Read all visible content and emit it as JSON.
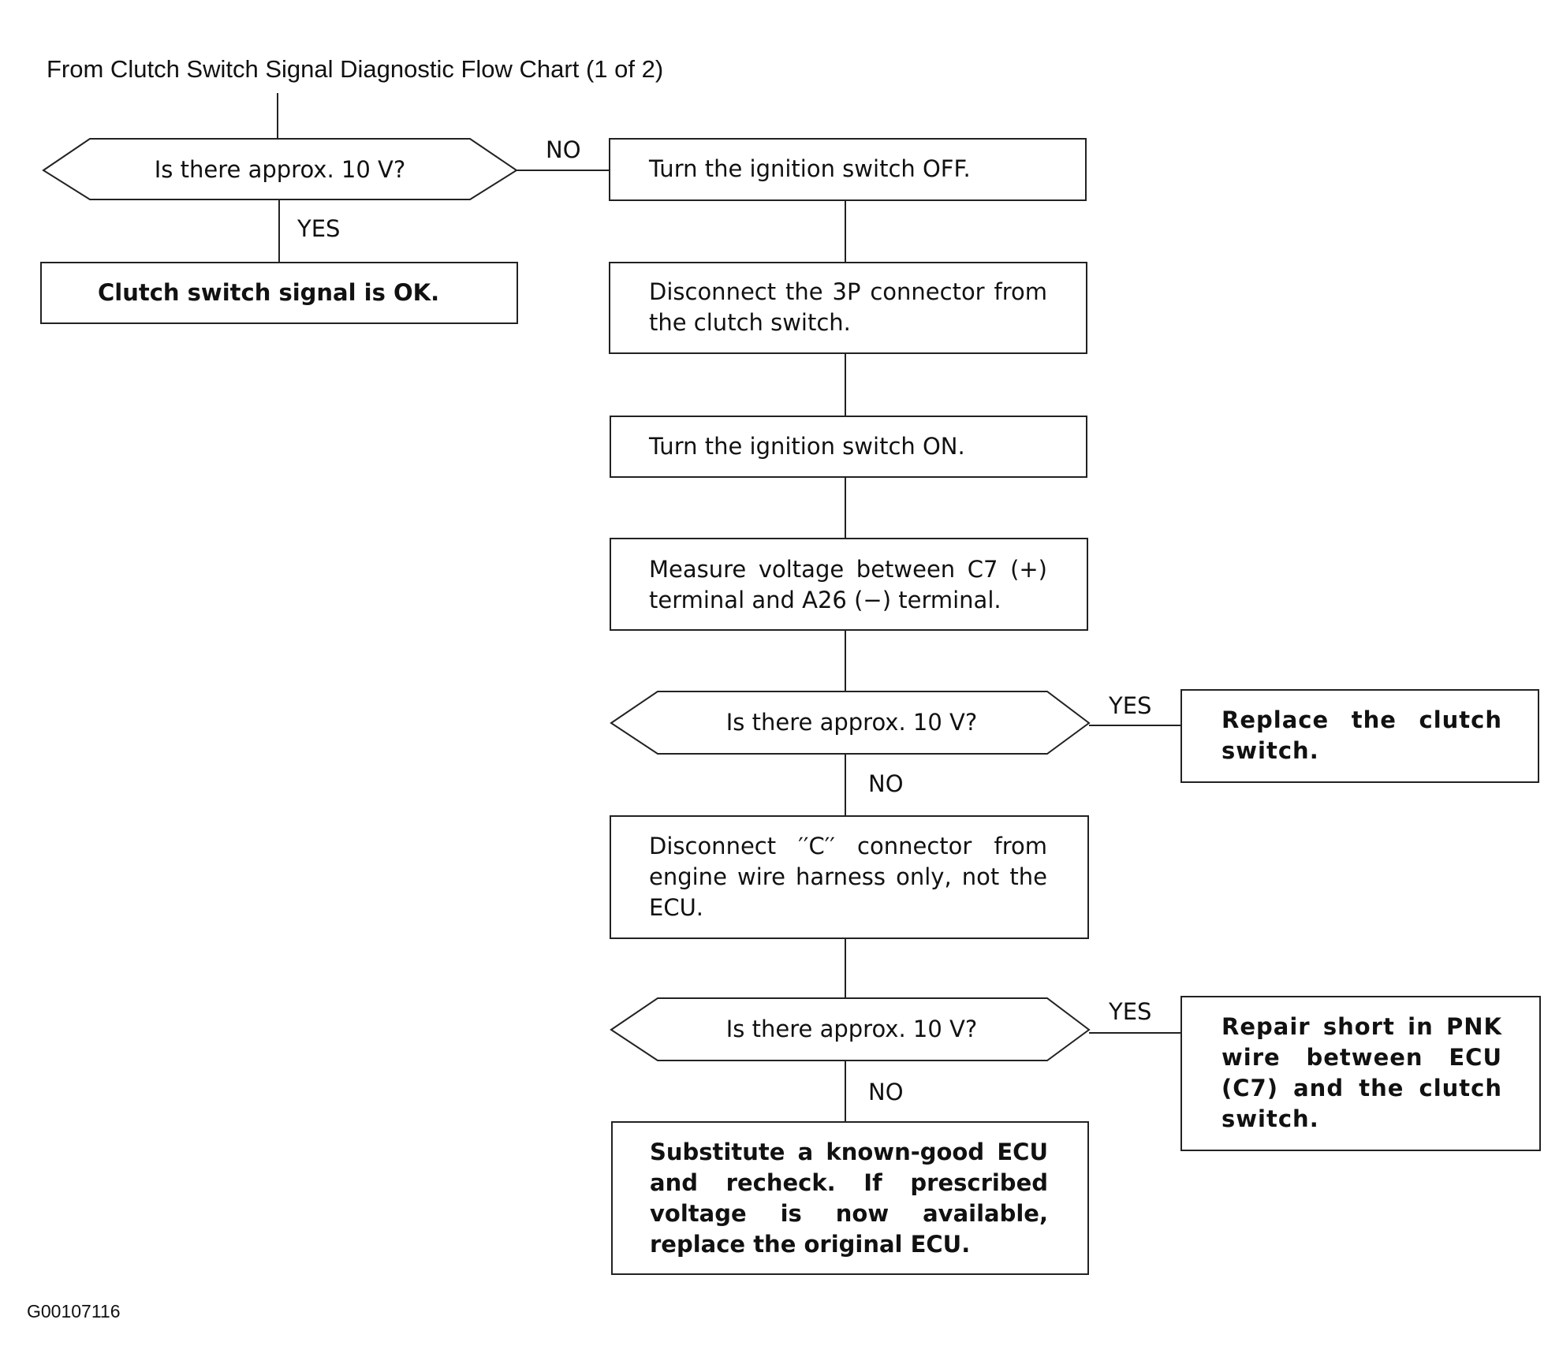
{
  "header": {
    "text": "From Clutch Switch Signal Diagnostic Flow Chart (1 of 2)"
  },
  "decision1": {
    "text": "Is there approx. 10 V?",
    "yes_label": "YES",
    "no_label": "NO"
  },
  "result_ok": {
    "text": "Clutch switch signal is OK."
  },
  "step1": {
    "text": "Turn the ignition switch OFF."
  },
  "step2": {
    "text": "Disconnect the 3P connector from the clutch switch."
  },
  "step3": {
    "text": "Turn the ignition switch ON."
  },
  "step4": {
    "text": "Measure voltage between C7 (+) terminal and A26 (−) terminal."
  },
  "decision2": {
    "text": "Is there approx. 10 V?",
    "yes_label": "YES",
    "no_label": "NO"
  },
  "result_replace": {
    "text": "Replace the clutch switch."
  },
  "step5": {
    "text": "Disconnect ′′C′′ connector from engine wire harness only, not the ECU."
  },
  "decision3": {
    "text": "Is there approx. 10 V?",
    "yes_label": "YES",
    "no_label": "NO"
  },
  "result_repair": {
    "text": "Repair short in PNK wire between ECU (C7) and the clutch switch."
  },
  "result_substitute": {
    "text": "Substitute a known-good ECU and recheck. If prescribed voltage is now available, replace the original ECU."
  },
  "figure_code": {
    "text": "G00107116"
  }
}
